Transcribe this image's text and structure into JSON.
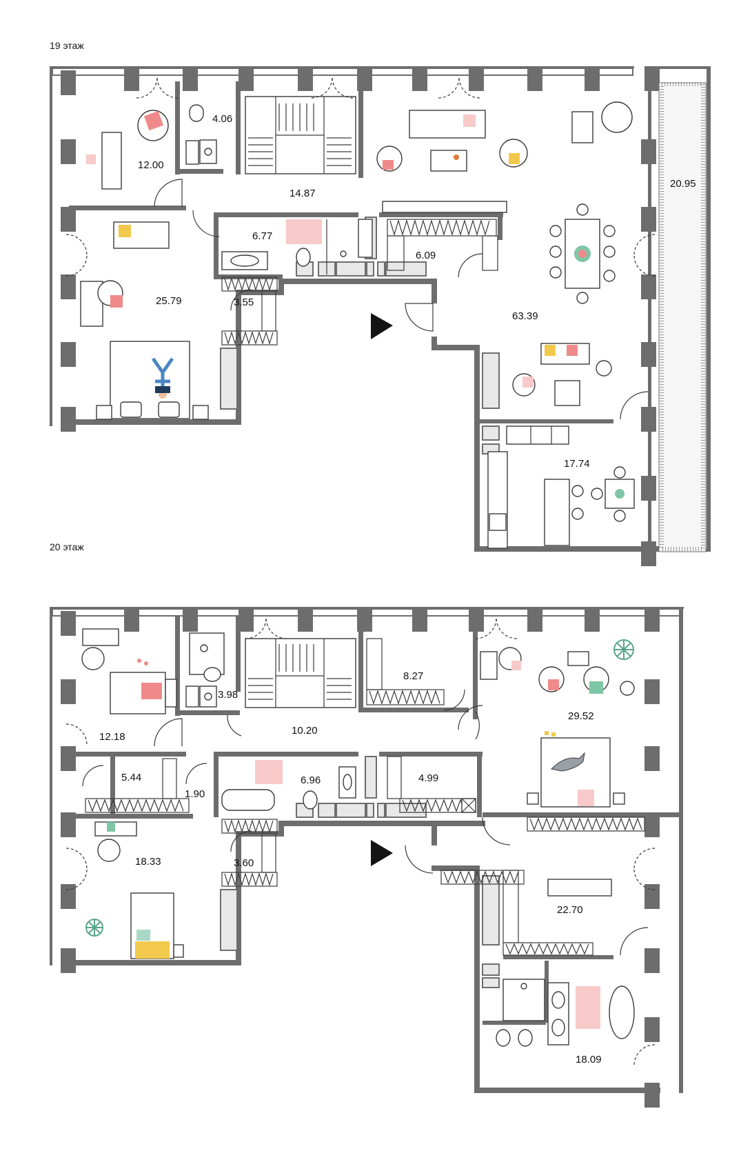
{
  "floors": [
    {
      "label": "19 этаж",
      "rooms": [
        {
          "id": "r19-1",
          "area": "12.00"
        },
        {
          "id": "r19-2",
          "area": "4.06"
        },
        {
          "id": "r19-3",
          "area": "14.87"
        },
        {
          "id": "r19-4",
          "area": "20.95"
        },
        {
          "id": "r19-5",
          "area": "6.77"
        },
        {
          "id": "r19-6",
          "area": "6.09"
        },
        {
          "id": "r19-7",
          "area": "25.79"
        },
        {
          "id": "r19-8",
          "area": "3.55"
        },
        {
          "id": "r19-9",
          "area": "63.39"
        },
        {
          "id": "r19-10",
          "area": "17.74"
        }
      ]
    },
    {
      "label": "20 этаж",
      "rooms": [
        {
          "id": "r20-1",
          "area": "8.27"
        },
        {
          "id": "r20-2",
          "area": "3.98"
        },
        {
          "id": "r20-3",
          "area": "12.18"
        },
        {
          "id": "r20-4",
          "area": "10.20"
        },
        {
          "id": "r20-5",
          "area": "29.52"
        },
        {
          "id": "r20-6",
          "area": "5.44"
        },
        {
          "id": "r20-7",
          "area": "6.96"
        },
        {
          "id": "r20-8",
          "area": "4.99"
        },
        {
          "id": "r20-9",
          "area": "1.90"
        },
        {
          "id": "r20-10",
          "area": "18.33"
        },
        {
          "id": "r20-11",
          "area": "3.60"
        },
        {
          "id": "r20-12",
          "area": "22.70"
        },
        {
          "id": "r20-13",
          "area": "18.09"
        }
      ]
    }
  ],
  "colors": {
    "wall": "#6d6d6d",
    "accent_pink": "#f08a8a",
    "accent_light_pink": "#f7c9c9",
    "accent_yellow": "#f2c94c",
    "accent_green": "#7fc6a6",
    "accent_blue": "#4a86c5",
    "entrance_arrow": "#141414"
  },
  "icons": [
    "entrance-arrow-icon",
    "armchair-icon",
    "sofa-icon",
    "bed-icon",
    "toilet-icon",
    "sink-icon",
    "bathtub-icon",
    "plant-icon",
    "dining-table-icon",
    "stove-icon",
    "robot-vacuum-icon",
    "person-icon",
    "cat-icon"
  ]
}
